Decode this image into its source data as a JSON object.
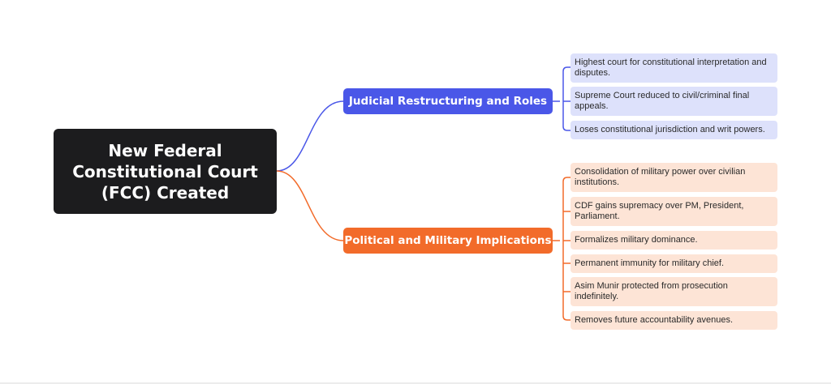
{
  "root": {
    "title": "New Federal Constitutional Court (FCC) Created"
  },
  "branches": [
    {
      "label": "Judicial Restructuring and Roles",
      "color": "#4a57e8",
      "leaf_color": "#dde1fb",
      "leaves": [
        "Highest court for constitutional interpretation and disputes.",
        "Supreme Court reduced to civil/criminal final appeals.",
        "Loses constitutional jurisdiction and writ powers."
      ]
    },
    {
      "label": "Political and Military Implications",
      "color": "#f26b2a",
      "leaf_color": "#fde4d6",
      "leaves": [
        "Consolidation of military power over civilian institutions.",
        "CDF gains supremacy over PM, President, Parliament.",
        "Formalizes military dominance.",
        "Permanent immunity for military chief.",
        "Asim Munir protected from prosecution indefinitely.",
        "Removes future accountability avenues."
      ]
    }
  ]
}
